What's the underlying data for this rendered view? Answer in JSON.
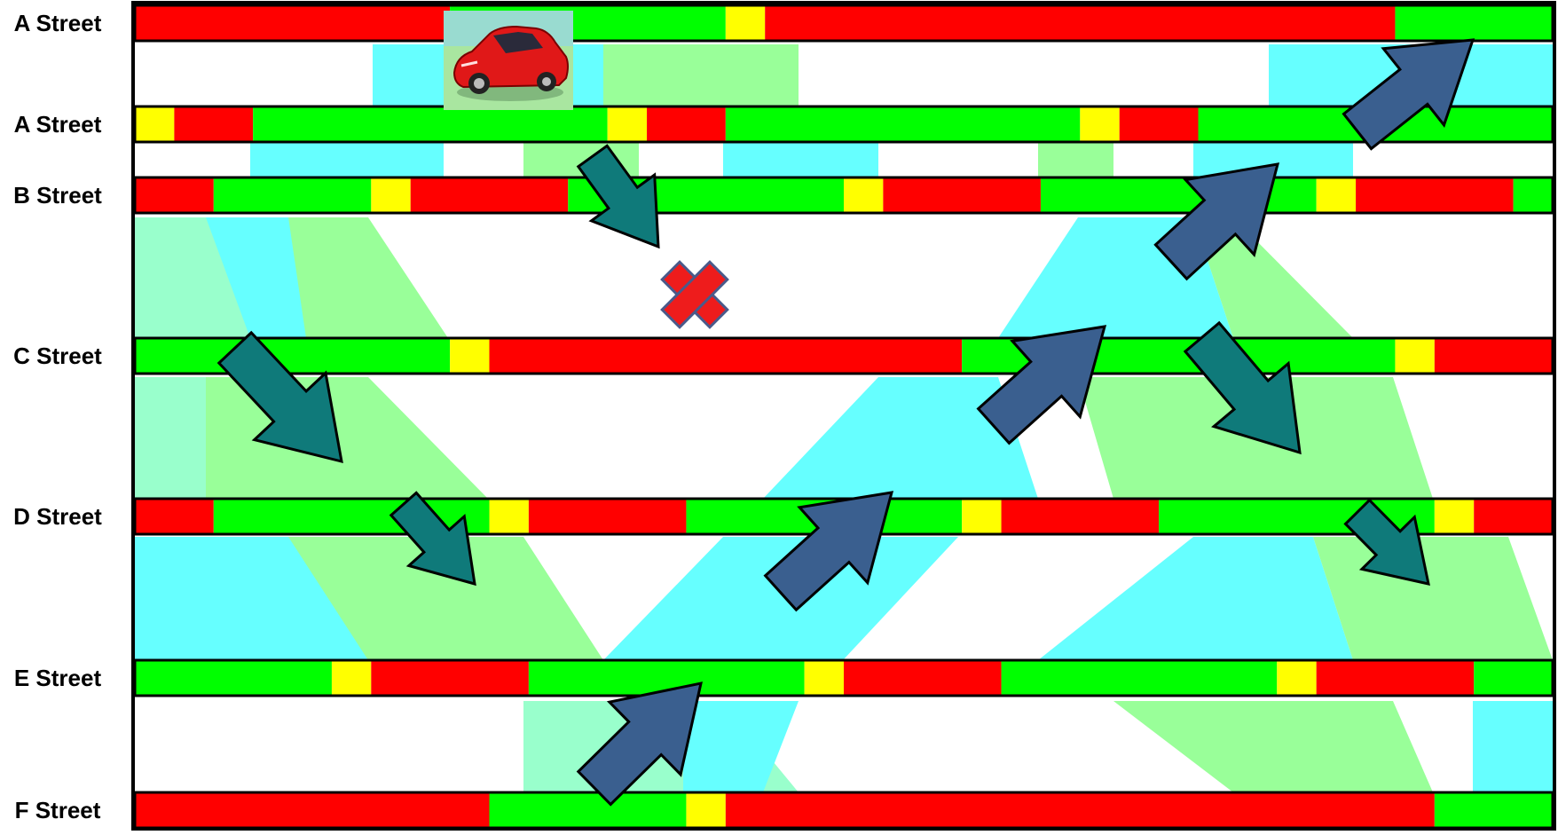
{
  "streets": [
    {
      "label": "A Street",
      "signals": [
        [
          "R",
          0,
          8
        ],
        [
          "G",
          8,
          15
        ],
        [
          "Y",
          15,
          16
        ],
        [
          "R",
          16,
          32
        ],
        [
          "G",
          32,
          36
        ]
      ]
    },
    {
      "label": "A Street",
      "signals": [
        [
          "Y",
          0,
          1
        ],
        [
          "R",
          1,
          3
        ],
        [
          "G",
          3,
          12
        ],
        [
          "Y",
          12,
          13
        ],
        [
          "R",
          13,
          15
        ],
        [
          "G",
          15,
          24
        ],
        [
          "Y",
          24,
          25
        ],
        [
          "R",
          25,
          27
        ],
        [
          "G",
          27,
          36
        ]
      ]
    },
    {
      "label": "B Street",
      "signals": [
        [
          "R",
          0,
          2
        ],
        [
          "G",
          2,
          6
        ],
        [
          "Y",
          6,
          7
        ],
        [
          "R",
          7,
          11
        ],
        [
          "G",
          11,
          18
        ],
        [
          "Y",
          18,
          19
        ],
        [
          "R",
          19,
          23
        ],
        [
          "G",
          23,
          30
        ],
        [
          "Y",
          30,
          31
        ],
        [
          "R",
          31,
          35
        ],
        [
          "G",
          35,
          36
        ]
      ]
    },
    {
      "label": "C Street",
      "signals": [
        [
          "G",
          0,
          8
        ],
        [
          "Y",
          8,
          9
        ],
        [
          "R",
          9,
          21
        ],
        [
          "G",
          21,
          32
        ],
        [
          "Y",
          32,
          33
        ],
        [
          "R",
          33,
          36
        ]
      ]
    },
    {
      "label": "D Street",
      "signals": [
        [
          "R",
          0,
          2
        ],
        [
          "G",
          2,
          9
        ],
        [
          "Y",
          9,
          10
        ],
        [
          "R",
          10,
          14
        ],
        [
          "G",
          14,
          21
        ],
        [
          "Y",
          21,
          22
        ],
        [
          "R",
          22,
          26
        ],
        [
          "G",
          26,
          33
        ],
        [
          "Y",
          33,
          34
        ],
        [
          "R",
          34,
          36
        ]
      ]
    },
    {
      "label": "E Street",
      "signals": [
        [
          "G",
          0,
          5
        ],
        [
          "Y",
          5,
          6
        ],
        [
          "R",
          6,
          10
        ],
        [
          "G",
          10,
          17
        ],
        [
          "Y",
          17,
          18
        ],
        [
          "R",
          18,
          22
        ],
        [
          "G",
          22,
          29
        ],
        [
          "Y",
          29,
          30
        ],
        [
          "R",
          30,
          34
        ],
        [
          "G",
          34,
          36
        ]
      ]
    },
    {
      "label": "F Street",
      "signals": [
        [
          "R",
          0,
          9
        ],
        [
          "G",
          9,
          14
        ],
        [
          "Y",
          14,
          15
        ],
        [
          "R",
          15,
          33
        ],
        [
          "G",
          33,
          36
        ]
      ]
    }
  ],
  "colors": {
    "red": "#ff0000",
    "green": "#00ff00",
    "yellow": "#ffff00",
    "wave_cyan": "#66ffff",
    "wave_green": "#99ff99",
    "wave_mix": "#99ffcc",
    "arrow_blue": "#3a5f8f",
    "arrow_teal": "#0f7a7a",
    "blocked_mark": "#ee1c1c"
  },
  "icons": {
    "car": "red-sports-car",
    "blocked": "red-x-mark",
    "arrows": [
      "diagonal-arrow-up-right",
      "diagonal-arrow-down-right"
    ]
  }
}
